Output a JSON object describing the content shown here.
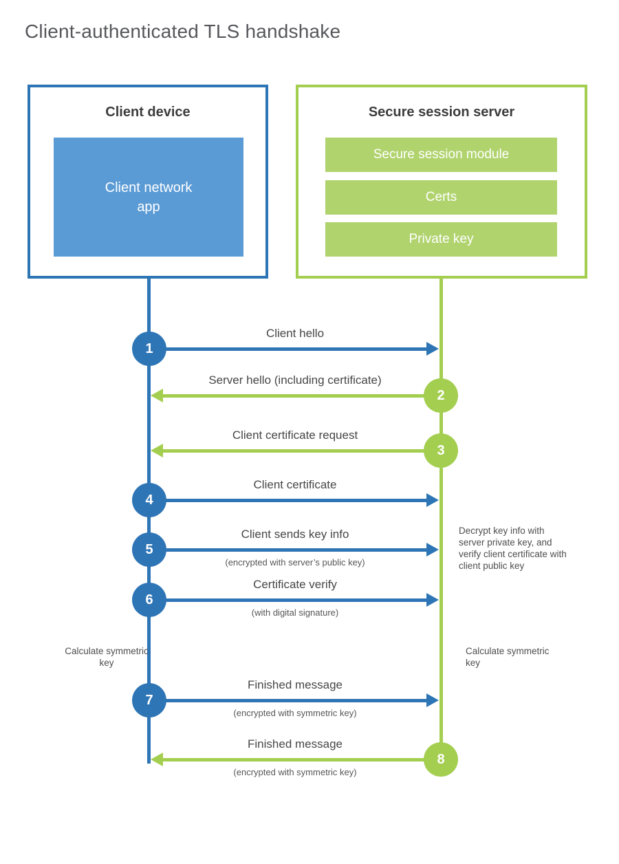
{
  "title": "Client-authenticated TLS handshake",
  "colors": {
    "blue": "#2E75B6",
    "blue_fill": "#5B9BD5",
    "green": "#A3CE4F",
    "green_fill": "#B0D36E"
  },
  "client": {
    "title": "Client device",
    "app_label": "Client network app"
  },
  "server": {
    "title": "Secure session server",
    "modules": [
      "Secure session module",
      "Certs",
      "Private key"
    ]
  },
  "steps": [
    {
      "number": "1",
      "from": "client",
      "label": "Client hello"
    },
    {
      "number": "2",
      "from": "server",
      "label": "Server hello (including certificate)"
    },
    {
      "number": "3",
      "from": "server",
      "label": "Client certificate request"
    },
    {
      "number": "4",
      "from": "client",
      "label": "Client certificate"
    },
    {
      "number": "5",
      "from": "client",
      "label": "Client sends key info",
      "sublabel": "(encrypted with server’s public key)"
    },
    {
      "number": "6",
      "from": "client",
      "label": "Certificate verify",
      "sublabel": "(with digital signature)"
    },
    {
      "number": "7",
      "from": "client",
      "label": "Finished message",
      "sublabel": "(encrypted with symmetric key)"
    },
    {
      "number": "8",
      "from": "server",
      "label": "Finished message",
      "sublabel": "(encrypted with symmetric key)"
    }
  ],
  "annotations": {
    "decrypt_note": "Decrypt key info with server private key, and verify client certificate with client public key",
    "calc_left": "Calculate symmetric key",
    "calc_right": "Calculate symmetric key"
  }
}
